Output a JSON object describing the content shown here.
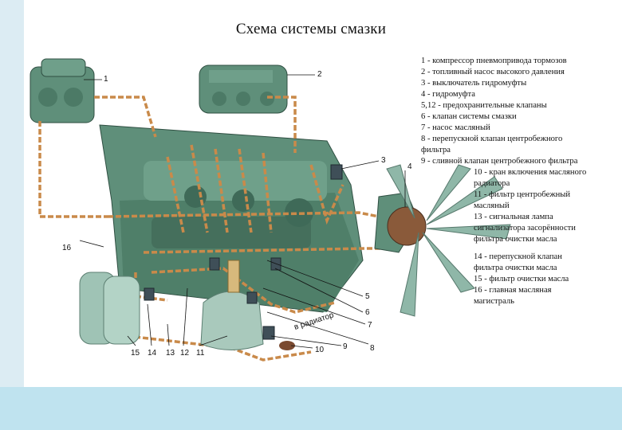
{
  "title": "Схема системы смазки",
  "legend": [
    "1 - компрессор пневмопривода тормозов",
    "2 - топливный насос высокого давления",
    "3 - выключатель гидромуфты",
    "4 - гидромуфта",
    "5,12 - предохранительные клапаны",
    "6 - клапан системы смазки",
    "7 - насос масляный",
    "8 - перепускной клапан центробежного",
    "фильтра",
    "9 - сливной клапан центробежного фильтра",
    "10 - кран включения масляного",
    "радиатора",
    "11 - фильтр центробежный",
    "масляный",
    "13 - сигнальная лампа",
    "сигнализатора засорённости",
    "фильтра очистки масла",
    "14 - перепускной клапан",
    "фильтра очистки масла",
    "15 - фильтр очистки масла",
    "16 - главная масляная",
    "магистраль"
  ],
  "callouts": [
    "1",
    "2",
    "3",
    "4",
    "5",
    "6",
    "7",
    "8",
    "9",
    "10",
    "11",
    "12",
    "13",
    "14",
    "15",
    "16"
  ],
  "radiator_label": "в радиатор",
  "colors": {
    "engine": "#5f8f7a",
    "engine_dark": "#3f6a58",
    "oil_line": "#c98a4a",
    "fan": "#8fb7a8",
    "background_band": "#bfe3ef"
  }
}
